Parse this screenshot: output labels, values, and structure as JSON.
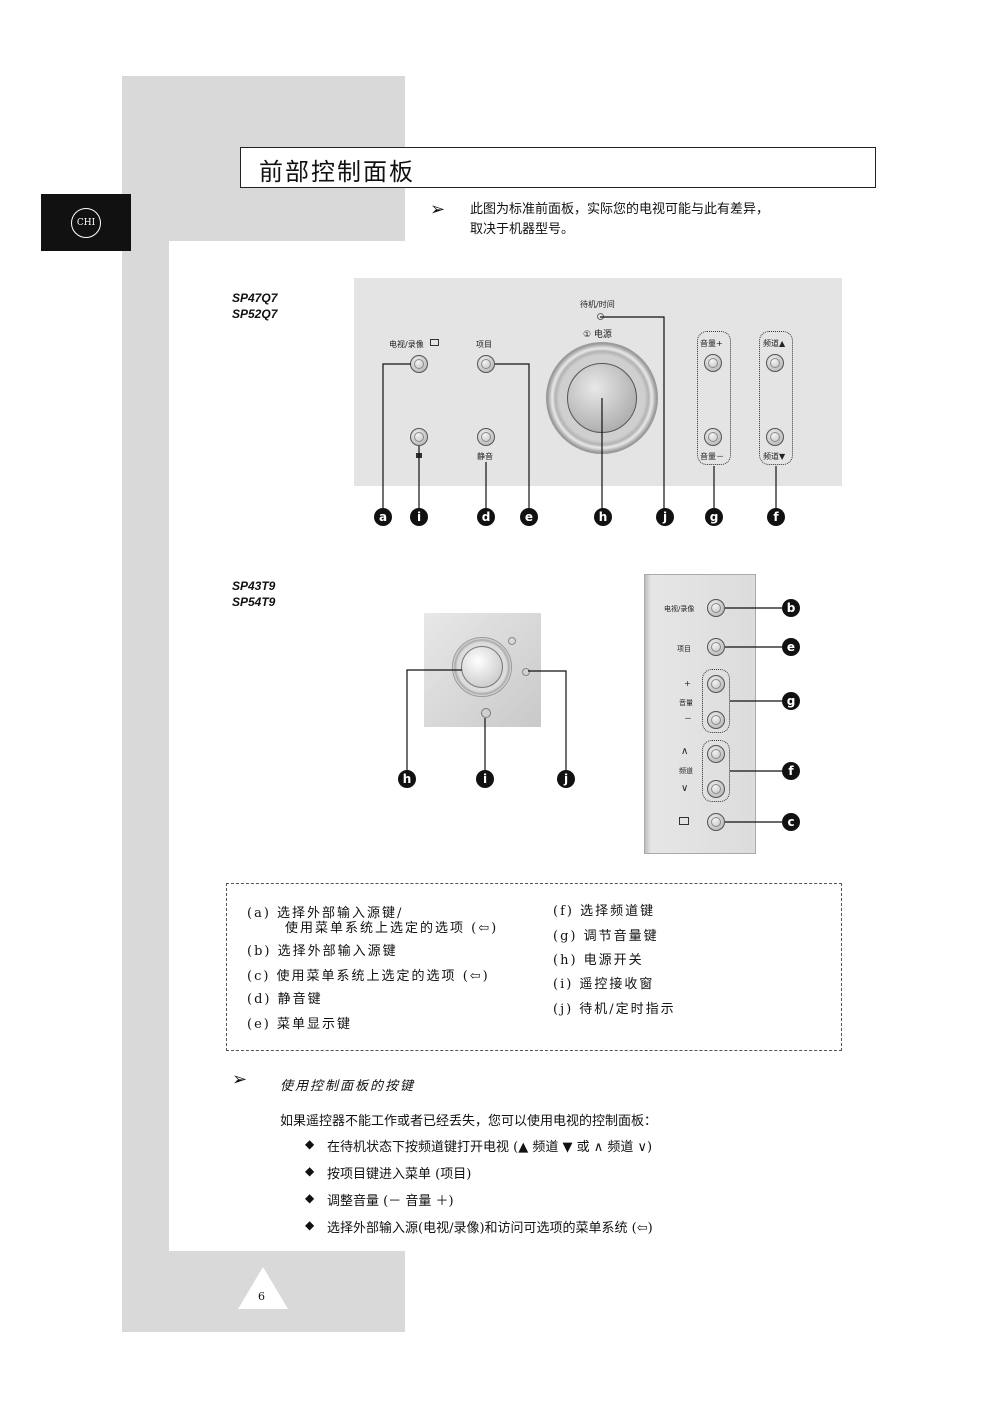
{
  "page": {
    "title": "前部控制面板",
    "lang_badge": "CHI",
    "page_number": "6"
  },
  "note": {
    "line1": "此图为标准前面板，实际您的电视可能与此有差异，",
    "line2": "取决于机器型号。"
  },
  "panel1": {
    "models": [
      "SP47Q7",
      "SP52Q7"
    ],
    "labels": {
      "tv_video": "电视/录像",
      "menu": "项目",
      "mute": "静音",
      "standby": "待机/时间",
      "power": "① 电源",
      "vol_up": "音量+",
      "vol_down": "音量－",
      "ch_up": "频道▲",
      "ch_down": "频道▼"
    },
    "callouts": [
      "a",
      "i",
      "d",
      "e",
      "h",
      "j",
      "g",
      "f"
    ]
  },
  "panel2": {
    "models": [
      "SP43T9",
      "SP54T9"
    ],
    "callouts": [
      "h",
      "i",
      "j"
    ]
  },
  "panel3": {
    "labels": {
      "tv_video": "电视/录像",
      "menu": "项目",
      "plus": "+",
      "volume": "音量",
      "minus": "－",
      "up": "∧",
      "channel": "频道",
      "down": "∨"
    },
    "callouts": [
      "b",
      "e",
      "g",
      "f",
      "c"
    ]
  },
  "legend": {
    "left": [
      "(a) 选择外部输入源键/",
      "使用菜单系统上选定的选项 (⇦)",
      "(b) 选择外部输入源键",
      "(c) 使用菜单系统上选定的选项 (⇦)",
      "(d) 静音键",
      "(e) 菜单显示键"
    ],
    "right": [
      "(f) 选择频道键",
      "(g) 调节音量键",
      "(h) 电源开关",
      "(i) 遥控接收窗",
      "(j) 待机/定时指示"
    ]
  },
  "usage": {
    "title": "使用控制面板的按键",
    "intro": "如果遥控器不能工作或者已经丢失，您可以使用电视的控制面板：",
    "bullets": [
      "在待机状态下按频道键打开电视 (▲ 频道 ▼ 或 ∧ 频道 ∨)",
      "按项目键进入菜单 (项目)",
      "调整音量 (－ 音量 ＋)",
      "选择外部输入源(电视/录像)和访问可选项的菜单系统 (⇦)"
    ]
  }
}
